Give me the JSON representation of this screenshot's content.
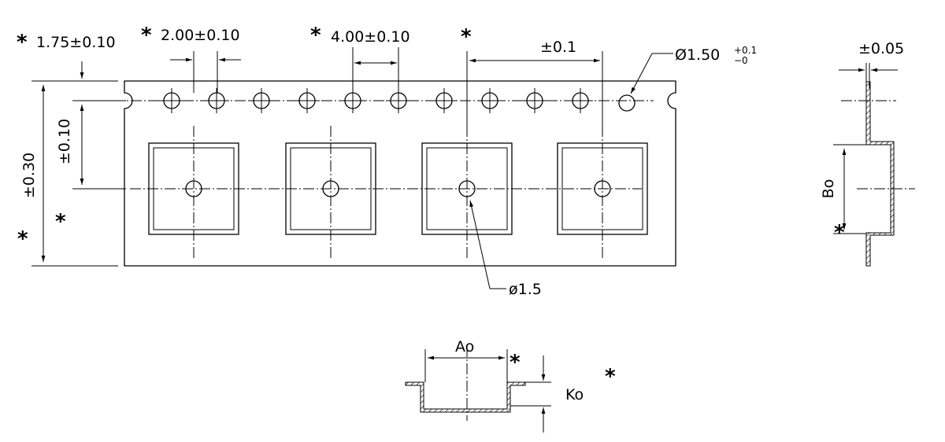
{
  "marker": "*",
  "dims": {
    "edge_to_hole": "1.75±0.10",
    "hole_to_pocket": "2.00±0.10",
    "hole_pitch": "4.00±0.10",
    "pocket_pitch": "±0.1",
    "hole_diameter_base": "Ø1.50",
    "hole_diameter_tol_plus": "+0.1",
    "hole_diameter_tol_minus": "−0",
    "tape_width": "±0.30",
    "row_offset": "±0.10",
    "pocket_hole": "ø1.5",
    "tape_thickness": "±0.05",
    "Bo": "Bo",
    "Ao": "Ao",
    "Ko": "Ko"
  }
}
